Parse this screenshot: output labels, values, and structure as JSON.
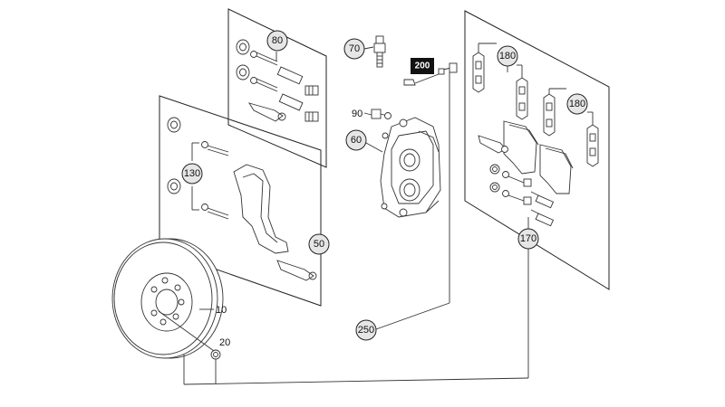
{
  "diagram": {
    "colors": {
      "line": "#222222",
      "callout_fill": "#e6e6e6",
      "highlight_fill": "#111111",
      "highlight_text": "#ffffff"
    },
    "callouts": {
      "c80": "80",
      "c70": "70",
      "c200": "200",
      "c180a": "180",
      "c180b": "180",
      "c90": "90",
      "c60": "60",
      "c130": "130",
      "c50": "50",
      "c170": "170",
      "c250": "250",
      "c10": "10",
      "c20": "20"
    }
  }
}
